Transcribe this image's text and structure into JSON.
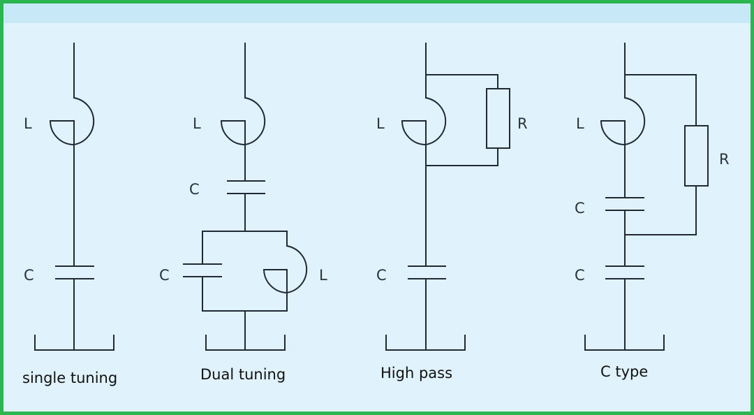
{
  "colors": {
    "border": "#2db552",
    "background": "#e0f2fb",
    "band": "#c7e8f6",
    "wire": "#1f2a33"
  },
  "circuits": [
    {
      "name": "single tuning",
      "components": [
        {
          "type": "inductor",
          "label": "L"
        },
        {
          "type": "capacitor",
          "label": "C"
        },
        {
          "type": "ground"
        }
      ]
    },
    {
      "name": "Dual tuning",
      "components": [
        {
          "type": "inductor",
          "label": "L"
        },
        {
          "type": "capacitor",
          "label": "C"
        },
        {
          "type": "capacitor",
          "label": "C",
          "parallel": true
        },
        {
          "type": "inductor",
          "label": "L",
          "parallel": true
        },
        {
          "type": "ground"
        }
      ]
    },
    {
      "name": "High pass",
      "components": [
        {
          "type": "inductor",
          "label": "L"
        },
        {
          "type": "resistor",
          "label": "R",
          "parallel_to": "L"
        },
        {
          "type": "capacitor",
          "label": "C"
        },
        {
          "type": "ground"
        }
      ]
    },
    {
      "name": "C type",
      "components": [
        {
          "type": "inductor",
          "label": "L"
        },
        {
          "type": "capacitor",
          "label": "C"
        },
        {
          "type": "resistor",
          "label": "R",
          "parallel_to": "L+C"
        },
        {
          "type": "capacitor",
          "label": "C"
        },
        {
          "type": "ground"
        }
      ]
    }
  ]
}
